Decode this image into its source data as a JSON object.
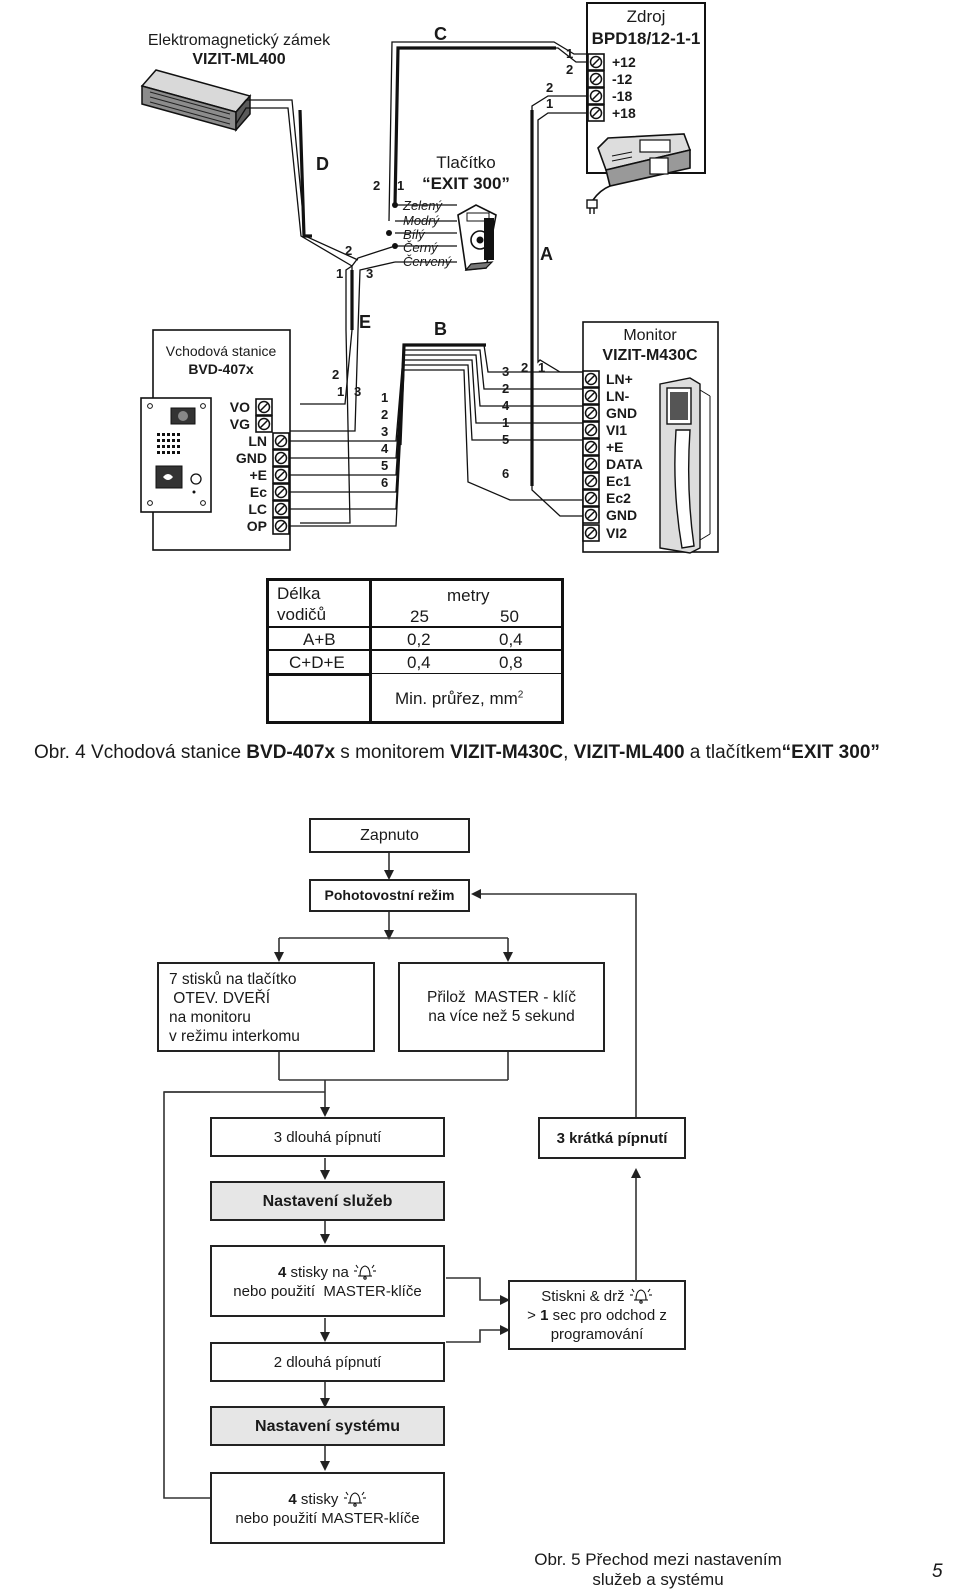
{
  "wiring": {
    "lock": {
      "title1": "Elektromagnetický zámek",
      "title2": "VIZIT-ML400"
    },
    "psu": {
      "title1": "Zdroj",
      "title2": "BPD18/12-1-1",
      "terminals": [
        "+12",
        "-12",
        "-18",
        "+18"
      ]
    },
    "button": {
      "title1": "Tlačítko",
      "title2": "“EXIT 300”",
      "wires": [
        "Zelený",
        "Modrý",
        "Bílý",
        "Černý",
        "Červený"
      ]
    },
    "station": {
      "title1": "Vchodová stanice",
      "title2": "BVD-407x",
      "terminals": [
        "VO",
        "VG",
        "LN",
        "GND",
        "+E",
        "Ec",
        "LC",
        "OP"
      ]
    },
    "monitor": {
      "title1": "Monitor",
      "title2": "VIZIT-M430C",
      "terminals": [
        "LN+",
        "LN-",
        "GND",
        "VI1",
        "+E",
        "DATA",
        "Ec1",
        "Ec2",
        "GND",
        "VI2"
      ]
    },
    "lines": {
      "a": "A",
      "b": "B",
      "c": "C",
      "d": "D",
      "e": "E"
    },
    "pins": {
      "one": "1",
      "two": "2",
      "three": "3",
      "four": "4",
      "five": "5",
      "six": "6"
    }
  },
  "length_table": {
    "header1": "Délka",
    "header2": "vodičů",
    "meters": "metry",
    "cols": [
      "25",
      "50"
    ],
    "rows": [
      {
        "label": "A+B",
        "values": [
          "0,2",
          "0,4"
        ]
      },
      {
        "label": "C+D+E",
        "values": [
          "0,4",
          "0,8"
        ]
      }
    ],
    "footer": "Min. průřez, mm",
    "footer_sup": "2"
  },
  "caption4": {
    "prefix": "Obr. 4 Vchodová stanice ",
    "b1": "BVD-407x",
    "t1": " s monitorem ",
    "b2": "VIZIT-M430C",
    "t2": ", ",
    "b3": "VIZIT-ML400",
    "t3": " a tlačítkem",
    "b4": "“EXIT 300”"
  },
  "flow": {
    "on": "Zapnuto",
    "standby": "Pohotovostní režim",
    "left1": "7 stisků na tlačítko",
    "left2": " OTEV. DVEŘÍ",
    "left3": "na monitoru",
    "left4": "v režimu interkomu",
    "right1": "Přilož  MASTER - klíč",
    "right2": "na více než 5 sekund",
    "long3": "3 dlouhá pípnutí",
    "short3": "3 krátká pípnutí",
    "services": "Nastavení služeb",
    "p4n": "4",
    "p4t": " stisky na ",
    "p4b": "nebo použití  MASTER-klíče",
    "hold1": "Stiskni & drž ",
    "hold2a": "> ",
    "hold2n": "1",
    "hold2b": " sec pro odchod z",
    "hold3": "programování",
    "long2": "2 dlouhá pípnutí",
    "system": "Nastavení systému",
    "s4n": "4",
    "s4t": " stisky ",
    "s4b": "nebo použití MASTER-klíče"
  },
  "caption5": {
    "line1": "Obr. 5 Přechod mezi nastavením",
    "line2": "služeb a systému"
  },
  "page_number": "5"
}
